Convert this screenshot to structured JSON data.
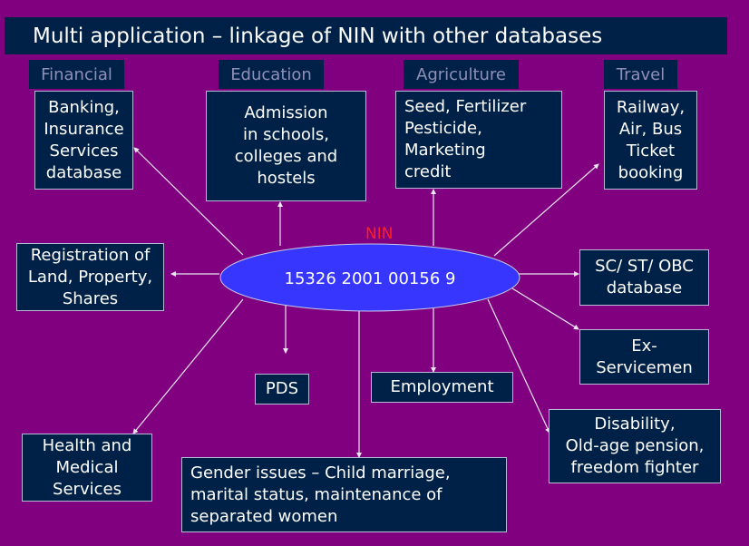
{
  "title": "Multi application – linkage of NIN with other databases",
  "colors": {
    "background": "#800080",
    "box_fill": "#002147",
    "box_border": "#b8b8d8",
    "category_text": "#8f8fb8",
    "ellipse_fill": "#3636ff",
    "nin_label": "#ff2020",
    "text": "#ffffff"
  },
  "categories": {
    "financial": "Financial",
    "education": "Education",
    "agriculture": "Agriculture",
    "travel": "Travel"
  },
  "center": {
    "label": "NIN",
    "number": "15326 2001 00156 9"
  },
  "nodes": {
    "banking": [
      "Banking,",
      "Insurance",
      "Services",
      "database"
    ],
    "admission": [
      "Admission",
      "in schools,",
      "colleges and",
      "hostels"
    ],
    "agri": [
      "Seed, Fertilizer",
      "Pesticide,",
      "Marketing",
      "credit"
    ],
    "travel": [
      "Railway,",
      "Air, Bus",
      "Ticket",
      "booking"
    ],
    "registration": [
      "Registration of",
      "Land, Property,",
      "Shares"
    ],
    "sc_st_obc": [
      "SC/ ST/ OBC",
      "database"
    ],
    "ex_servicemen": [
      "Ex-",
      "Servicemen"
    ],
    "pds": [
      "PDS"
    ],
    "employment": [
      "Employment"
    ],
    "disability": [
      "Disability,",
      "Old-age pension,",
      "freedom fighter"
    ],
    "health": [
      "Health and",
      "Medical",
      "Services"
    ],
    "gender": [
      "Gender issues – Child marriage,",
      "marital status, maintenance of",
      "separated women"
    ]
  }
}
